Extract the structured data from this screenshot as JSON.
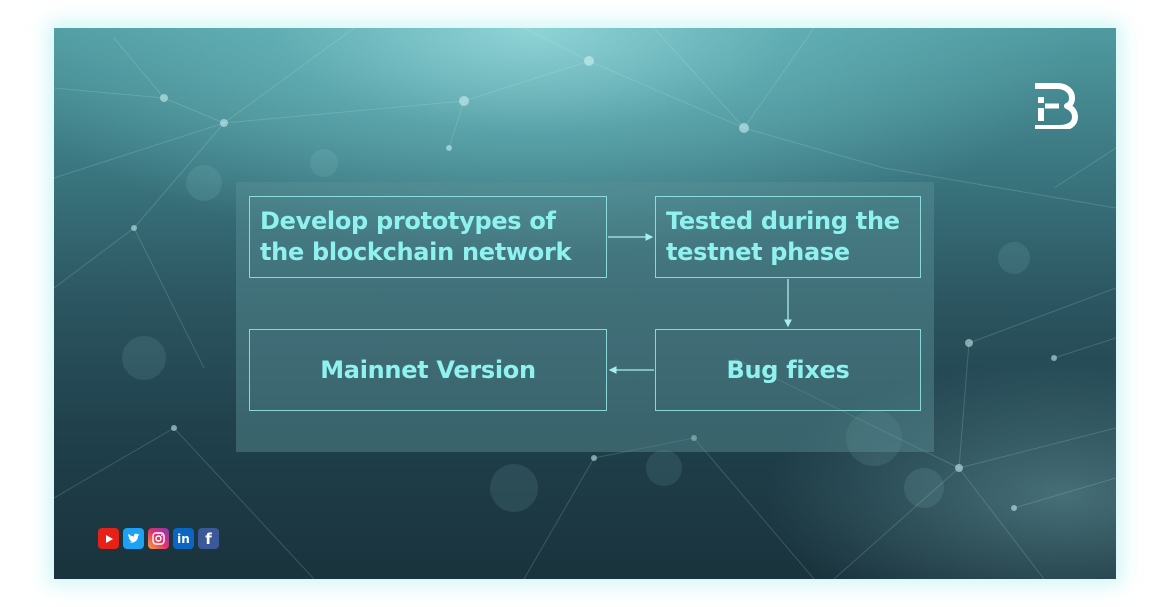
{
  "diagram": {
    "steps": [
      {
        "id": "prototypes",
        "text": "Develop prototypes of\nthe blockchain network"
      },
      {
        "id": "testnet",
        "text": "Tested during the\ntestnet phase"
      },
      {
        "id": "bugfixes",
        "text": "Bug fixes"
      },
      {
        "id": "mainnet",
        "text": "Mainnet Version"
      }
    ],
    "edges": [
      {
        "from": "prototypes",
        "to": "testnet"
      },
      {
        "from": "testnet",
        "to": "bugfixes"
      },
      {
        "from": "bugfixes",
        "to": "mainnet"
      }
    ]
  },
  "brand": {
    "logo_icon": "b-logo-icon"
  },
  "social_icons": [
    {
      "name": "youtube-icon",
      "color": "#e62117"
    },
    {
      "name": "twitter-icon",
      "color": "#1da1f2"
    },
    {
      "name": "instagram-icon",
      "color": "#c13584"
    },
    {
      "name": "linkedin-icon",
      "color": "#0a66c2",
      "glyph": "in"
    },
    {
      "name": "facebook-icon",
      "color": "#3b5998",
      "glyph": "f"
    }
  ],
  "colors": {
    "accent_text": "#8ff2ef",
    "box_border": "#96ebeb",
    "background_dark": "#1a333d",
    "background_light": "#8fd3d6"
  }
}
